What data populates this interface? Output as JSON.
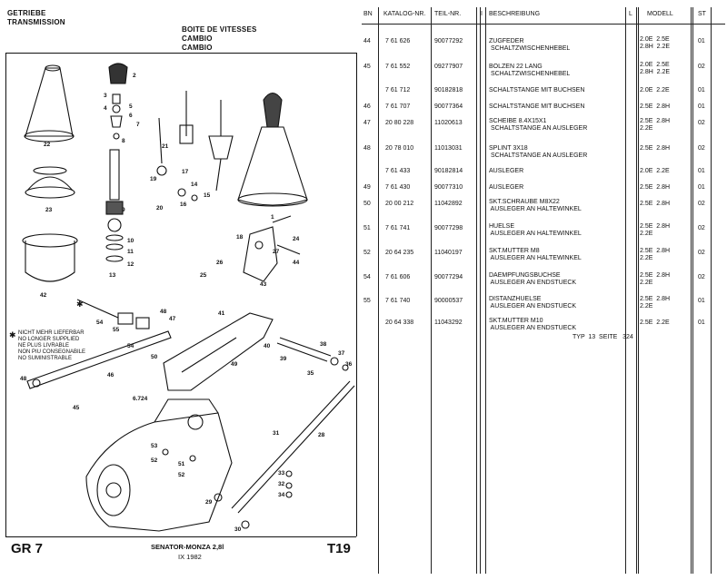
{
  "left_header": {
    "de": "GETRIEBE",
    "en": "TRANSMISSION",
    "fr": "BOITE DE VITESSES",
    "it": "CAMBIO",
    "es": "CAMBIO"
  },
  "legend": {
    "symbol": "✱",
    "lines": [
      "NICHT MEHR LIEFERBAR",
      "NO LONGER SUPPLIED",
      "NE PLUS LIVRABLE",
      "NON PIU CONSEGNABILE",
      "NO SUMINISTRABLE"
    ]
  },
  "callouts": [
    "1",
    "2",
    "3",
    "4",
    "5",
    "6",
    "7",
    "8",
    "9",
    "10",
    "11",
    "12",
    "13",
    "14",
    "15",
    "16",
    "17",
    "18",
    "19",
    "20",
    "21",
    "22",
    "23",
    "24",
    "25",
    "26",
    "27",
    "28",
    "29",
    "30",
    "31",
    "32",
    "33",
    "34",
    "35",
    "36",
    "37",
    "38",
    "39",
    "40",
    "41",
    "42",
    "43",
    "44",
    "45",
    "46",
    "47",
    "48",
    "49",
    "50",
    "51",
    "52",
    "53",
    "54",
    "55",
    "6.724"
  ],
  "footer": {
    "group": "GR 7",
    "model": "SENATOR-MONZA 2,8l",
    "date": "IX 1982",
    "plate": "T19"
  },
  "table": {
    "headers": {
      "bn": "BN",
      "katalog": "KATALOG-NR.",
      "teil": "TEIL-NR.",
      "i": "I",
      "beschreibung": "BESCHREIBUNG",
      "l": "L",
      "modell": "MODELL",
      "st": "ST"
    },
    "rows": [
      {
        "bn": "44",
        "kat": "7 61 626",
        "teil": "90077292",
        "desc": "ZUGFEDER\n SCHALTZWISCHENHEBEL",
        "modell": "2.0E  2.5E\n2.8H  2.2E",
        "st": "01"
      },
      {
        "bn": "45",
        "kat": "7 61 552",
        "teil": "09277907",
        "desc": "BOLZEN 22 LANG\n SCHALTZWISCHENHEBEL",
        "modell": "2.0E  2.5E\n2.8H  2.2E",
        "st": "02"
      },
      {
        "bn": "",
        "kat": "7 61 712",
        "teil": "90182818",
        "desc": "SCHALTSTANGE MIT BUCHSEN",
        "modell": "2.0E  2.2E",
        "st": "01"
      },
      {
        "bn": "46",
        "kat": "7 61 707",
        "teil": "90077364",
        "desc": "SCHALTSTANGE MIT BUCHSEN",
        "modell": "2.5E  2.8H",
        "st": "01"
      },
      {
        "bn": "47",
        "kat": "20 80 228",
        "teil": "11020613",
        "desc": "SCHEIBE 8.4X15X1\n SCHALTSTANGE AN AUSLEGER",
        "modell": "2.5E  2.8H\n2.2E",
        "st": "02"
      },
      {
        "bn": "48",
        "kat": "20 78 010",
        "teil": "11013031",
        "desc": "SPLINT 3X18\n SCHALTSTANGE AN AUSLEGER",
        "modell": "2.5E  2.8H",
        "st": "02"
      },
      {
        "bn": "",
        "kat": "7 61 433",
        "teil": "90182814",
        "desc": "AUSLEGER",
        "modell": "2.0E  2.2E",
        "st": "01"
      },
      {
        "bn": "49",
        "kat": "7 61 430",
        "teil": "90077310",
        "desc": "AUSLEGER",
        "modell": "2.5E  2.8H",
        "st": "01"
      },
      {
        "bn": "50",
        "kat": "20 00 212",
        "teil": "11042892",
        "desc": "SKT.SCHRAUBE M8X22\n AUSLEGER AN HALTEWINKEL",
        "modell": "2.5E  2.8H",
        "st": "02"
      },
      {
        "bn": "51",
        "kat": "7 61 741",
        "teil": "90077298",
        "desc": "HUELSE\n AUSLEGER AN HALTEWINKEL",
        "modell": "2.5E  2.8H\n2.2E",
        "st": "02"
      },
      {
        "bn": "52",
        "kat": "20 64 235",
        "teil": "11040197",
        "desc": "SKT.MUTTER M8\n AUSLEGER AN HALTEWINKEL",
        "modell": "2.5E  2.8H\n2.2E",
        "st": "02"
      },
      {
        "bn": "54",
        "kat": "7 61 606",
        "teil": "90077294",
        "desc": "DAEMPFUNGSBUCHSE\n AUSLEGER AN ENDSTUECK",
        "modell": "2.5E  2.8H\n2.2E",
        "st": "02"
      },
      {
        "bn": "55",
        "kat": "7 61 740",
        "teil": "90000537",
        "desc": "DISTANZHUELSE\n AUSLEGER AN ENDSTUECK",
        "modell": "2.5E  2.8H\n2.2E",
        "st": "01"
      },
      {
        "bn": "",
        "kat": "20 64 338",
        "teil": "11043292",
        "desc": "SKT.MUTTER M10\n AUSLEGER AN ENDSTUECK",
        "modell": "2.5E  2.2E",
        "st": "01"
      }
    ],
    "typ_note": "TYP  13  SEITE   324"
  }
}
